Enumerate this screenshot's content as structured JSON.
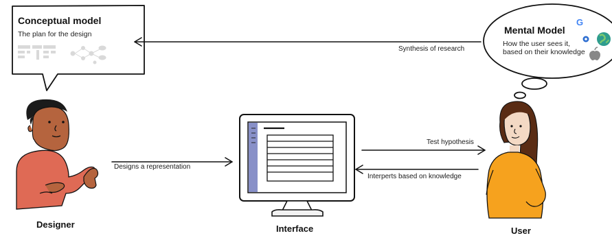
{
  "conceptual_model": {
    "title": "Conceptual model",
    "subtitle": "The plan for the design"
  },
  "mental_model": {
    "title": "Mental Model",
    "line1": "How the user sees it,",
    "line2": "based on their knowledge",
    "icons": [
      "google-logo-icon",
      "eye-icon",
      "globe-icon",
      "apple-logo-icon"
    ]
  },
  "arrows": {
    "synthesis": "Synthesis of research",
    "designs": "Designs a  representation",
    "test": "Test hypothesis",
    "interprets": "Interperts based on knowledge"
  },
  "actors": {
    "designer": "Designer",
    "interface": "Interface",
    "user": "User"
  },
  "colors": {
    "designer_shirt": "#df6a55",
    "designer_skin": "#b5643e",
    "user_shirt": "#f6a21e",
    "user_hair": "#5a2c14",
    "user_skin": "#f3d9c4",
    "screen_sidebar": "#8890c8",
    "google_g": "#4285f4",
    "globe": "#2e9c8e"
  }
}
